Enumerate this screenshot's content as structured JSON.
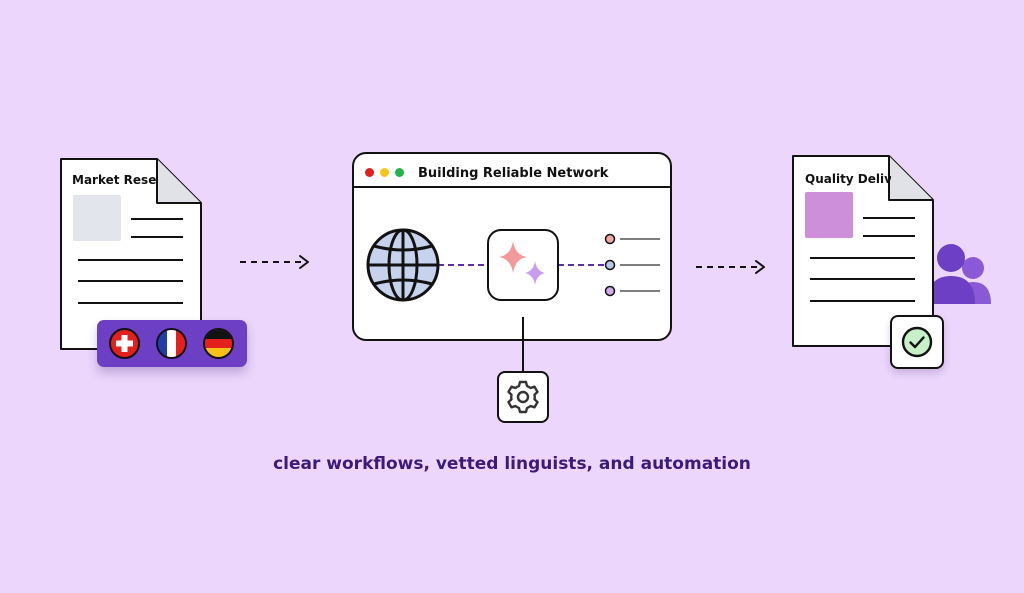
{
  "left_doc": {
    "title": "Market Resea"
  },
  "flags": [
    {
      "name": "switzerland"
    },
    {
      "name": "france"
    },
    {
      "name": "germany"
    }
  ],
  "window": {
    "title": "Building Reliable Network",
    "dots": [
      "#e0201b",
      "#f5c518",
      "#22b34a"
    ]
  },
  "right_doc": {
    "title": "Quality Delive"
  },
  "caption": "clear workflows, vetted linguists, and automation",
  "icons": [
    "globe-icon",
    "sparkle-icon",
    "gear-icon",
    "check-icon",
    "users-icon"
  ],
  "colors": {
    "background": "#ecd6fc",
    "accent": "#6c3fc4",
    "caption": "#3c1a78",
    "sparkle_pink": "#f29a9a",
    "sparkle_purple": "#c99cf0",
    "check_green": "#c7f0c9"
  }
}
